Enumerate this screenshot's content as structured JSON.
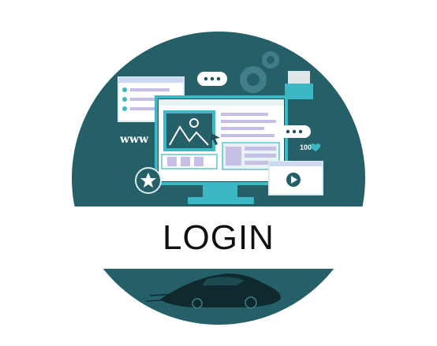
{
  "title": "LOGIN",
  "illustration": {
    "www_label": "www",
    "likes_label": "100",
    "icons": [
      "image-icon",
      "gear-icon",
      "star-icon",
      "play-icon",
      "heart-icon",
      "folder-icon",
      "cursor-icon",
      "car-icon"
    ]
  },
  "colors": {
    "teal": "#256068",
    "teal_dark": "#1d4f56",
    "accent": "#3bb8c3",
    "panel": "#e6f3f4",
    "lavender": "#c7bfe6",
    "white": "#ffffff",
    "car": "#0e2a2f"
  }
}
